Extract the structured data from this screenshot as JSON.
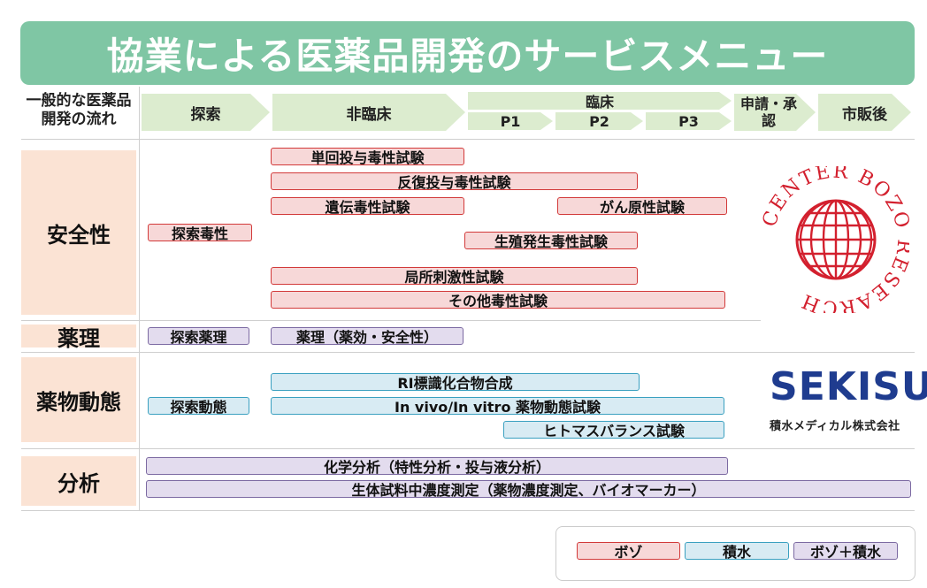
{
  "title": "協業による医薬品開発のサービスメニュー",
  "flow": {
    "label": "一般的な医薬品開発の流れ",
    "stages": {
      "tansaku": "探索",
      "hirinsho": "非臨床",
      "rinsho": "臨床",
      "p1": "P1",
      "p2": "P2",
      "p3": "P3",
      "shinsei": "申請・承認",
      "shihango": "市販後"
    }
  },
  "categories": {
    "safety": "安全性",
    "pharmacology": "薬理",
    "pharmacokinetics": "薬物動態",
    "analysis": "分析"
  },
  "items": {
    "tansaku_dokusei": "探索毒性",
    "tankai_dokusei": "単回投与毒性試験",
    "hanpuku_dokusei": "反復投与毒性試験",
    "iden_dokusei": "遺伝毒性試験",
    "gangen_shiken": "がん原性試験",
    "seishoku_shiken": "生殖発生毒性試験",
    "kyokusho_shiken": "局所刺激性試験",
    "sonota_dokusei": "その他毒性試験",
    "tansaku_yakuri": "探索薬理",
    "yakuri": "薬理（薬効・安全性）",
    "tansaku_dotai": "探索動態",
    "ri_gosei": "RI標識化合物合成",
    "invivo": "In vivo/In vitro 薬物動態試験",
    "mass_balance": "ヒトマスバランス試験",
    "kagaku_bunseki": "化学分析（特性分析・投与液分析）",
    "seitai_sokutei": "生体試料中濃度測定（薬物濃度測定、バイオマーカー）"
  },
  "logos": {
    "bozo": "CENTER BOZO RESEARCH",
    "sekisui": "SEKISUI",
    "sekisui_sub": "積水メディカル株式会社"
  },
  "legend": {
    "bozo": "ボゾ",
    "sekisui": "積水",
    "joint": "ボゾ＋積水"
  },
  "colors": {
    "title_bg": "#7fc6a4",
    "chevron": "#dceccf",
    "category": "#fbe3d4",
    "bozo_fill": "#f7d8d8",
    "bozo_border": "#d23a3a",
    "sekisui_fill": "#d8ebf3",
    "sekisui_border": "#3aa0c0",
    "joint_fill": "#e3dcee",
    "joint_border": "#7c6aa2"
  }
}
